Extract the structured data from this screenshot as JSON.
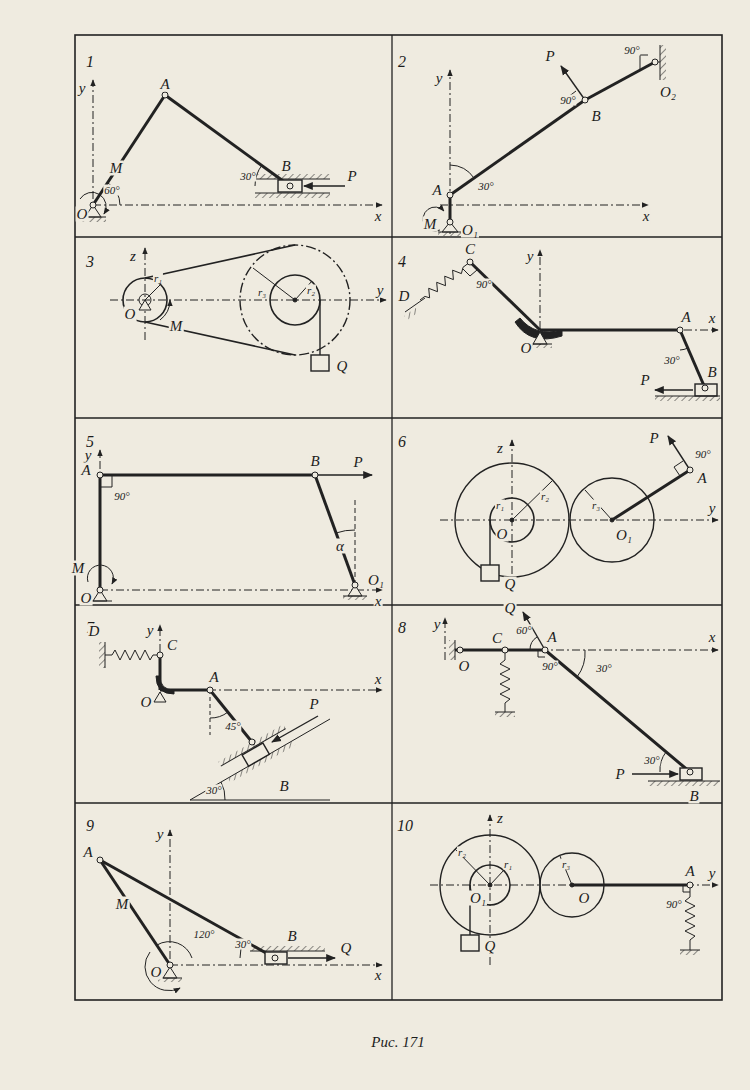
{
  "diagram": {
    "caption": "Рис. 171",
    "labels": [
      "1",
      "y",
      "A",
      "M",
      "60°",
      "O",
      "B",
      "30°",
      "P",
      "x",
      "2",
      "y",
      "P",
      "90°",
      "B",
      "90°",
      "O₂",
      "A",
      "30°",
      "M",
      "O₁",
      "x",
      "3",
      "z",
      "r₁",
      "O",
      "M",
      "r₃",
      "r₂",
      "y",
      "Q",
      "4",
      "C",
      "D",
      "90°",
      "y",
      "O",
      "A",
      "x",
      "30°",
      "B",
      "P",
      "5",
      "y",
      "A",
      "90°",
      "B",
      "P",
      "α",
      "M",
      "O",
      "O₁",
      "x",
      "6",
      "z",
      "P",
      "90°",
      "A",
      "r₁",
      "r₂",
      "r₃",
      "O",
      "O₁",
      "y",
      "Q",
      "7",
      "y",
      "D",
      "C",
      "O",
      "A",
      "x",
      "45°",
      "P",
      "30°",
      "B",
      "8",
      "y",
      "Q",
      "60°",
      "C",
      "A",
      "x",
      "O",
      "90°",
      "30°",
      "B",
      "30°",
      "P",
      "9",
      "A",
      "y",
      "M",
      "120°",
      "30°",
      "B",
      "O",
      "Q",
      "x",
      "10",
      "z",
      "r₂",
      "r₁",
      "O₁",
      "r₃",
      "O",
      "A",
      "y",
      "90°",
      "Q"
    ]
  }
}
